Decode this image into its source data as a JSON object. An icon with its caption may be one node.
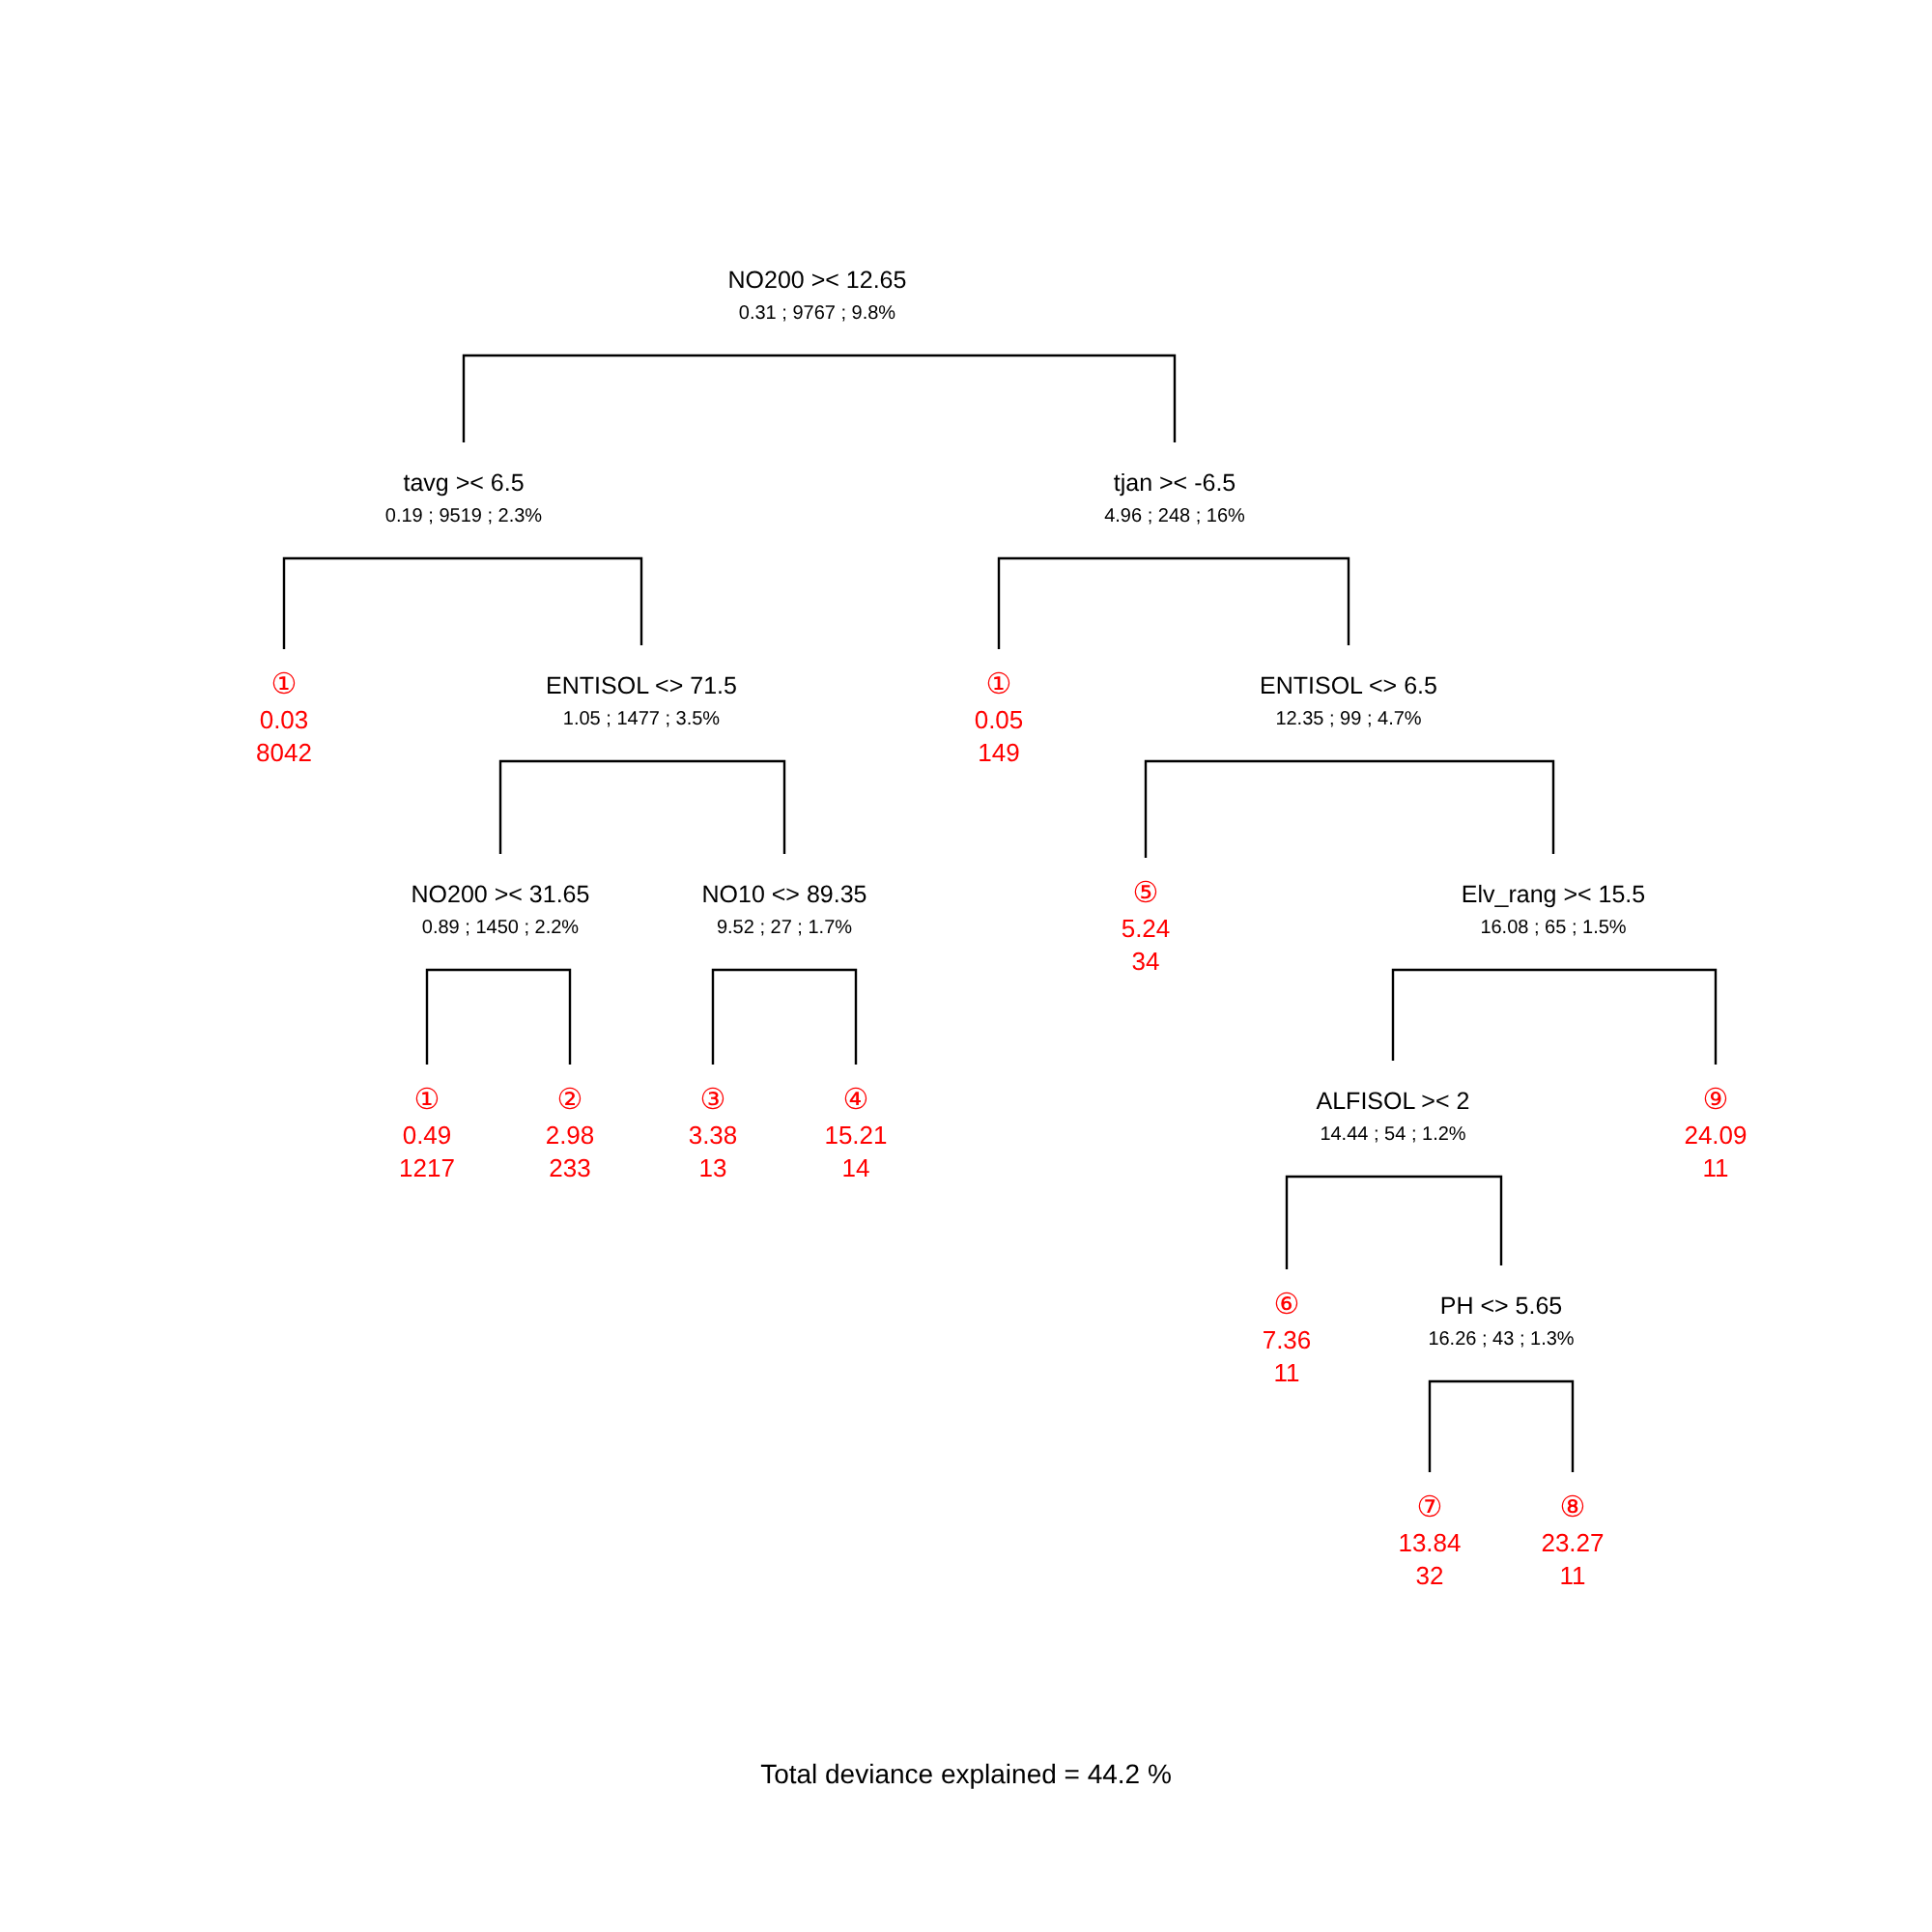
{
  "diagram": {
    "caption": "Total deviance explained = 44.2 %",
    "nodes": [
      {
        "text": [
          "NO200 >< 12.65",
          "0.31 ; 9767 ; 9.8%"
        ]
      },
      {
        "text": [
          "tavg >< 6.5",
          "0.19 ; 9519 ; 2.3%"
        ]
      },
      {
        "text": [
          "tjan >< -6.5",
          "4.96 ; 248 ; 16%"
        ]
      },
      {
        "text": [
          "①",
          "0.03",
          "8042"
        ]
      },
      {
        "text": [
          "ENTISOL <> 71.5",
          "1.05 ; 1477 ; 3.5%"
        ]
      },
      {
        "text": [
          "①",
          "0.05",
          "149"
        ]
      },
      {
        "text": [
          "ENTISOL <> 6.5",
          "12.35 ; 99 ; 4.7%"
        ]
      },
      {
        "text": [
          "NO200 >< 31.65",
          "0.89 ; 1450 ; 2.2%"
        ]
      },
      {
        "text": [
          "NO10 <> 89.35",
          "9.52 ; 27 ; 1.7%"
        ]
      },
      {
        "text": [
          "⑤",
          "5.24",
          "34"
        ]
      },
      {
        "text": [
          "Elv_rang >< 15.5",
          "16.08 ; 65 ; 1.5%"
        ]
      },
      {
        "text": [
          "①",
          "0.49",
          "1217"
        ]
      },
      {
        "text": [
          "②",
          "2.98",
          "233"
        ]
      },
      {
        "text": [
          "③",
          "3.38",
          "13"
        ]
      },
      {
        "text": [
          "④",
          "15.21",
          "14"
        ]
      },
      {
        "text": [
          "ALFISOL >< 2",
          "14.44 ; 54 ; 1.2%"
        ]
      },
      {
        "text": [
          "⑨",
          "24.09",
          "11"
        ]
      },
      {
        "text": [
          "⑥",
          "7.36",
          "11"
        ]
      },
      {
        "text": [
          "PH <> 5.65",
          "16.26 ; 43 ; 1.3%"
        ]
      },
      {
        "text": [
          "⑦",
          "13.84",
          "32"
        ]
      },
      {
        "text": [
          "⑧",
          "23.27",
          "11"
        ]
      }
    ],
    "edges": [
      {
        "from": 0,
        "to": 1,
        "arrow": "none"
      },
      {
        "from": 0,
        "to": 2,
        "arrow": "none"
      },
      {
        "from": 1,
        "to": 3,
        "arrow": "none"
      },
      {
        "from": 1,
        "to": 4,
        "arrow": "none"
      },
      {
        "from": 2,
        "to": 5,
        "arrow": "none"
      },
      {
        "from": 2,
        "to": 6,
        "arrow": "none"
      },
      {
        "from": 4,
        "to": 7,
        "arrow": "none"
      },
      {
        "from": 4,
        "to": 8,
        "arrow": "none"
      },
      {
        "from": 6,
        "to": 9,
        "arrow": "none"
      },
      {
        "from": 6,
        "to": 10,
        "arrow": "none"
      },
      {
        "from": 7,
        "to": 11,
        "arrow": "none"
      },
      {
        "from": 7,
        "to": 12,
        "arrow": "none"
      },
      {
        "from": 8,
        "to": 13,
        "arrow": "none"
      },
      {
        "from": 8,
        "to": 14,
        "arrow": "none"
      },
      {
        "from": 10,
        "to": 15,
        "arrow": "none"
      },
      {
        "from": 10,
        "to": 16,
        "arrow": "none"
      },
      {
        "from": 15,
        "to": 17,
        "arrow": "none"
      },
      {
        "from": 15,
        "to": 18,
        "arrow": "none"
      },
      {
        "from": 18,
        "to": 19,
        "arrow": "none"
      },
      {
        "from": 18,
        "to": 20,
        "arrow": "none"
      }
    ]
  }
}
